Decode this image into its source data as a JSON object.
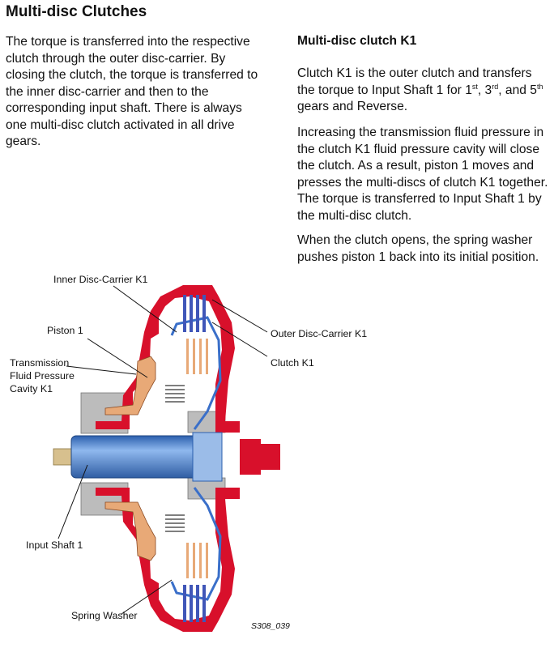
{
  "title": "Multi-disc Clutches",
  "intro_text": "The torque is transferred into the respective clutch through the outer disc-carrier. By closing the clutch, the torque is transferred to the inner disc-carrier and then to the corresponding input shaft. There is always one multi-disc clutch activated in all drive gears.",
  "section": {
    "heading": "Multi-disc clutch K1",
    "para1": {
      "a": "Clutch K1 is the outer clutch and transfers the torque to Input Shaft 1 for 1",
      "s1": "st",
      "b": ", 3",
      "s2": "rd",
      "c": ", and 5",
      "s3": "th",
      "d": " gears and Reverse."
    },
    "para2": "Increasing the transmission fluid pressure in the clutch K1 fluid pressure cavity will close the clutch.  As a result, piston 1 moves and presses the multi-discs of clutch K1 together. The torque is transferred to Input Shaft 1 by the multi-disc clutch.",
    "para3": "When the clutch opens, the spring washer pushes piston 1 back into its initial position."
  },
  "diagram": {
    "labels": {
      "inner_disc_carrier": "Inner Disc-Carrier K1",
      "piston": "Piston 1",
      "fluid_cavity_1": "Transmission",
      "fluid_cavity_2": "Fluid Pressure",
      "fluid_cavity_3": "Cavity K1",
      "outer_disc_carrier": "Outer Disc-Carrier K1",
      "clutch": "Clutch K1",
      "input_shaft": "Input Shaft 1",
      "spring_washer": "Spring Washer"
    },
    "figure_code": "S308_039",
    "colors": {
      "housing": "#d8102b",
      "piston": "#e8a977",
      "shaft": "#4a87d6",
      "discs": "#4056b8",
      "gray": "#bcbcbc"
    }
  }
}
